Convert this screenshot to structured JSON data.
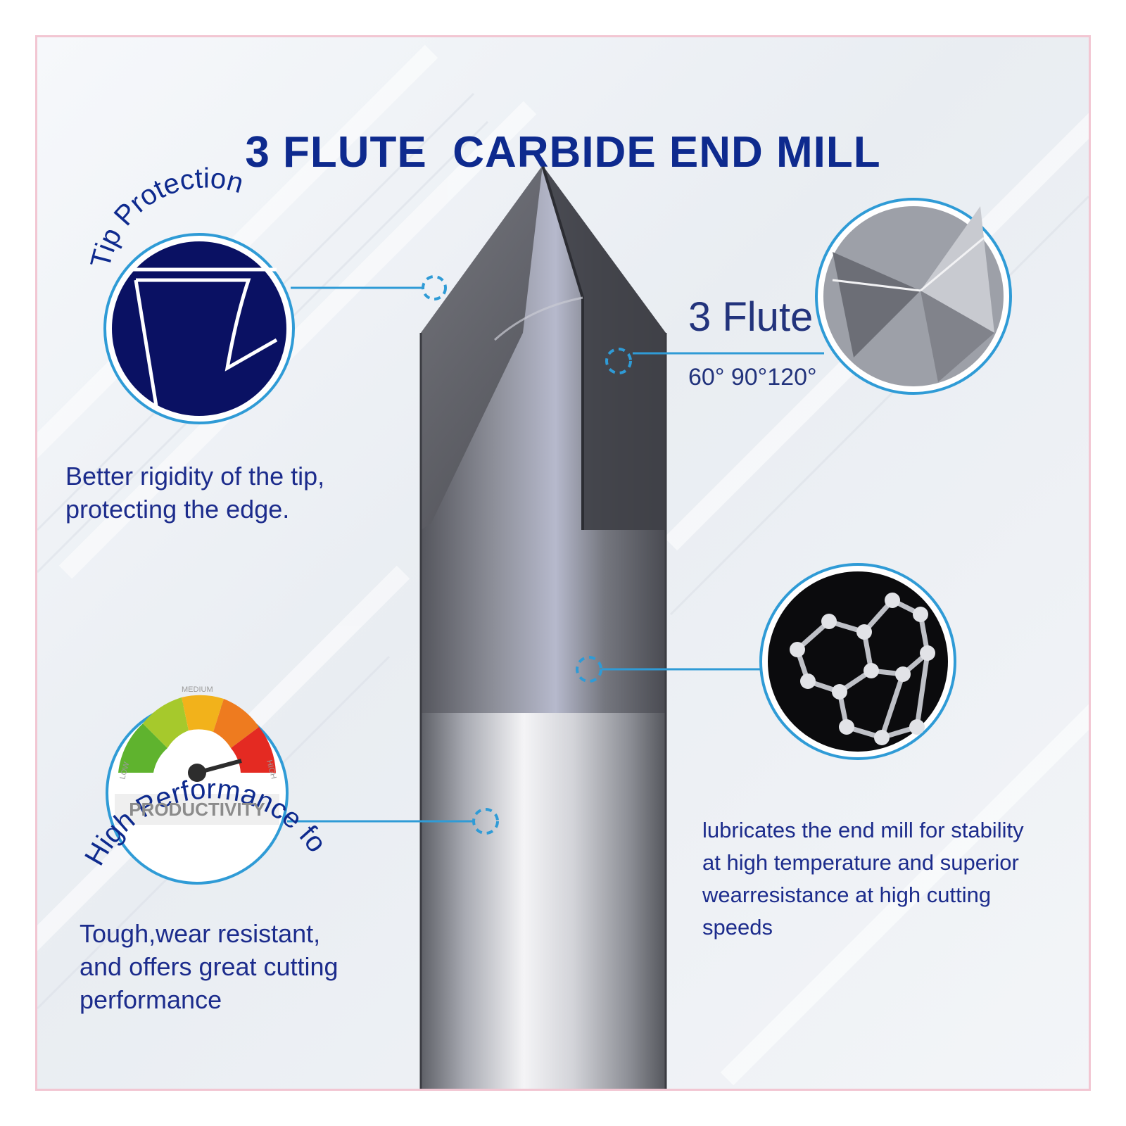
{
  "title": "3 FLUTE  CARBIDE END MILL",
  "tip_protection": {
    "heading": "Tip Protection",
    "description_line1": "Better rigidity of the tip,",
    "description_line2": "protecting the edge."
  },
  "flute": {
    "heading": "3 Flute",
    "angles": "60° 90°120°"
  },
  "coating": {
    "description_line1": "lubricates the end mill for stability",
    "description_line2": "at high temperature and superior",
    "description_line3": "wearresistance at high cutting",
    "description_line4": "speeds"
  },
  "performance": {
    "heading": "High Performance for Hard Material",
    "gauge_low": "LOW",
    "gauge_medium": "MEDIUM",
    "gauge_high": "HIGH",
    "gauge_label": "PRODUCTIVITY",
    "description_line1": "Tough,wear resistant,",
    "description_line2": "and offers great cutting",
    "description_line3": "performance"
  },
  "colors": {
    "brand_blue": "#0e2a8e",
    "callout_line": "#2f9bd6",
    "frame_border": "#f2c6d2"
  }
}
